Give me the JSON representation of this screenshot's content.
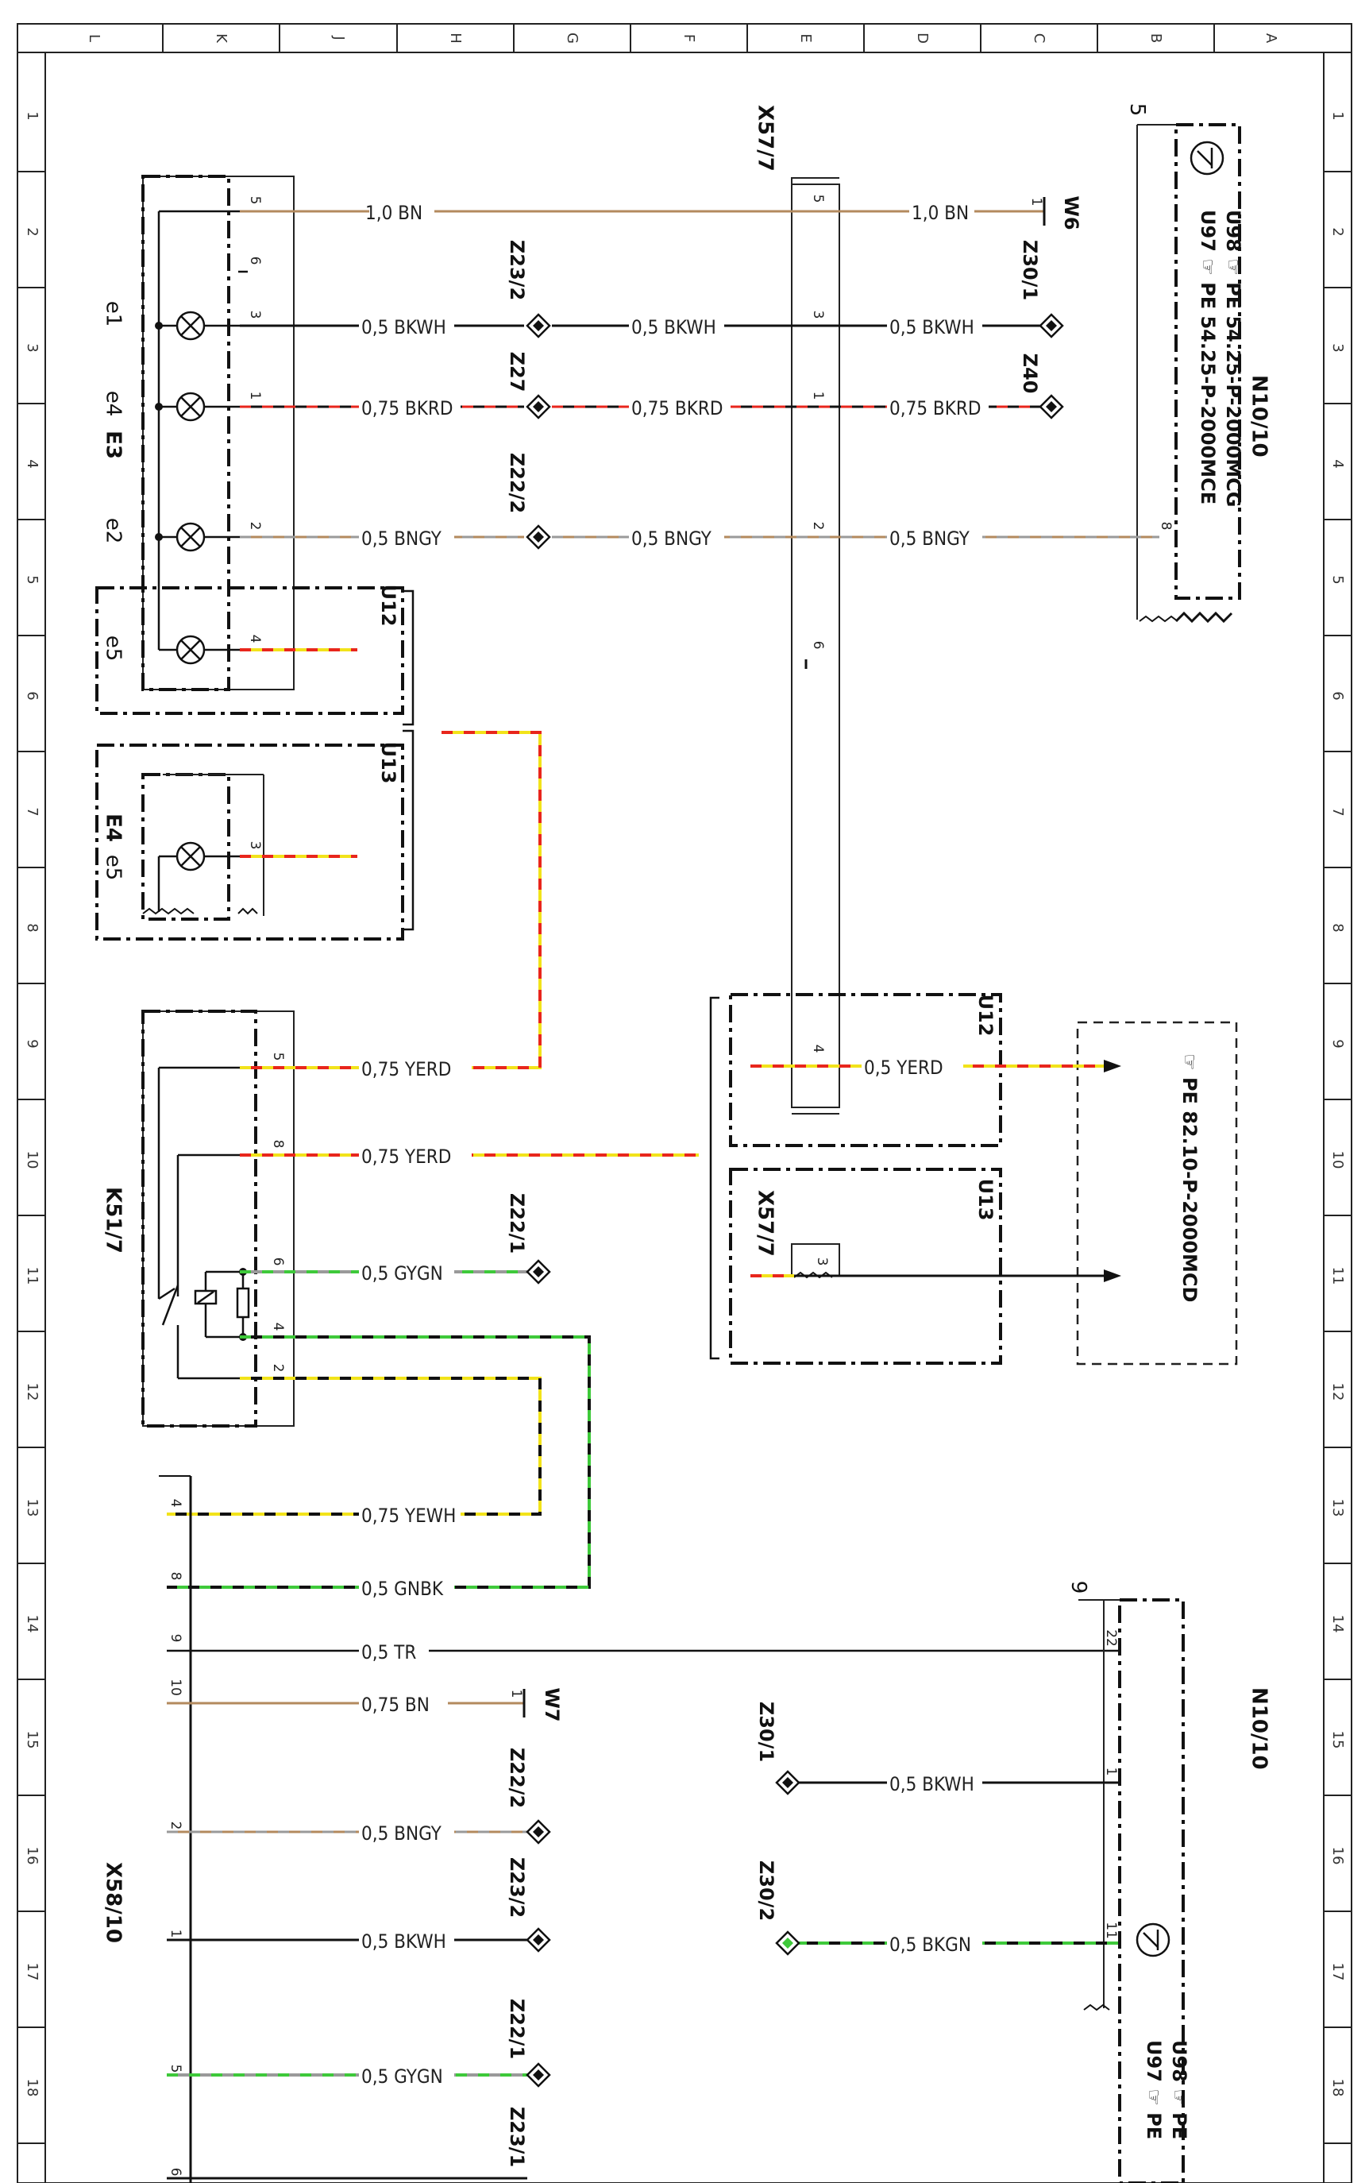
{
  "grid": {
    "columns": [
      "L",
      "K",
      "J",
      "H",
      "G",
      "F",
      "E",
      "D",
      "C",
      "B",
      "A"
    ],
    "rows": [
      "1",
      "2",
      "3",
      "4",
      "5",
      "6",
      "7",
      "8",
      "9",
      "10",
      "11",
      "12",
      "13",
      "14",
      "15",
      "16",
      "17",
      "18"
    ]
  },
  "components": {
    "x57_7_top": "X57/7",
    "w6": "W6",
    "z30_1_top": "Z30/1",
    "z40": "Z40",
    "z23_2_top": "Z23/2",
    "z27": "Z27",
    "z22_2_top": "Z22/2",
    "n10_10_top": "N10/10",
    "e1": "e1",
    "e4_top": "e4",
    "e3": "E3",
    "e2": "e2",
    "e5_top": "e5",
    "u12_top": "U12",
    "u13_top": "U13",
    "e4": "E4",
    "e5_mid": "e5",
    "k51_7": "K51/7",
    "u12_mid": "U12",
    "u13_mid": "U13",
    "x57_7_mid": "X57/7",
    "z22_1_mid": "Z22/1",
    "x58_10": "X58/10",
    "w7": "W7",
    "z22_2_bot": "Z22/2",
    "z23_2_bot": "Z23/2",
    "z22_1_bot": "Z22/1",
    "z23_1_bot": "Z23/1",
    "n10_10_bot": "N10/10",
    "z30_1_bot": "Z30/1",
    "z30_2_bot": "Z30/2"
  },
  "references": {
    "u97_top": "U97 ☞ PE 54.25-P-2000MCE",
    "u98_top": "U98 ☞ PE 54.25-P-2000MCG",
    "pe_82": "☞ PE 82.10-P-2000MCD",
    "u97_bot": "U97 ☞ PE",
    "u98_bot": "U98 ☞ PE"
  },
  "wires": {
    "w1": "1,0 BN",
    "w2": "1,0 BN",
    "w3": "0,5 BKWH",
    "w4": "0,5 BKWH",
    "w5": "0,5 BKWH",
    "w6": "0,75 BKRD",
    "w7": "0,75 BKRD",
    "w8": "0,75 BKRD",
    "w9": "0,5 BNGY",
    "w10": "0,5 BNGY",
    "w11": "0,5 BNGY",
    "w12": "0,75 YERD",
    "w13": "0,75 YERD",
    "w14": "0,5 YERD",
    "w15": "0,5 GYGN",
    "w16": "0,75 YEWH",
    "w17": "0,5 GNBK",
    "w18": "0,5 TR",
    "w19": "0,75 BN",
    "w20": "0,5 BNGY",
    "w21": "0,5 BKWH",
    "w22": "0,5 GYGN",
    "w23": "0,5 BKGN",
    "w24": "0,5 BKWH"
  },
  "pins": {
    "x57_top": [
      "5",
      "3",
      "1",
      "2",
      "6",
      "4"
    ],
    "e3": [
      "5",
      "6",
      "3",
      "1",
      "2",
      "4"
    ],
    "e4": [
      "3"
    ],
    "k51": [
      "5",
      "8",
      "6",
      "4",
      "2"
    ],
    "x58": [
      "4",
      "8",
      "9",
      "10",
      "2",
      "1",
      "5",
      "6"
    ],
    "n10_top": [
      "5",
      "8"
    ],
    "n10_bot": [
      "9",
      "22",
      "1",
      "11"
    ],
    "x57_mid": [
      "3"
    ],
    "w6": [
      "1"
    ],
    "w7": [
      "1"
    ]
  },
  "colors": {
    "brown": "#b38a5e",
    "black": "#111111",
    "red": "#e8261c",
    "grey": "#9a9a9a",
    "yellow": "#f2e31a",
    "green": "#3ec93a",
    "white": "#ffffff"
  }
}
